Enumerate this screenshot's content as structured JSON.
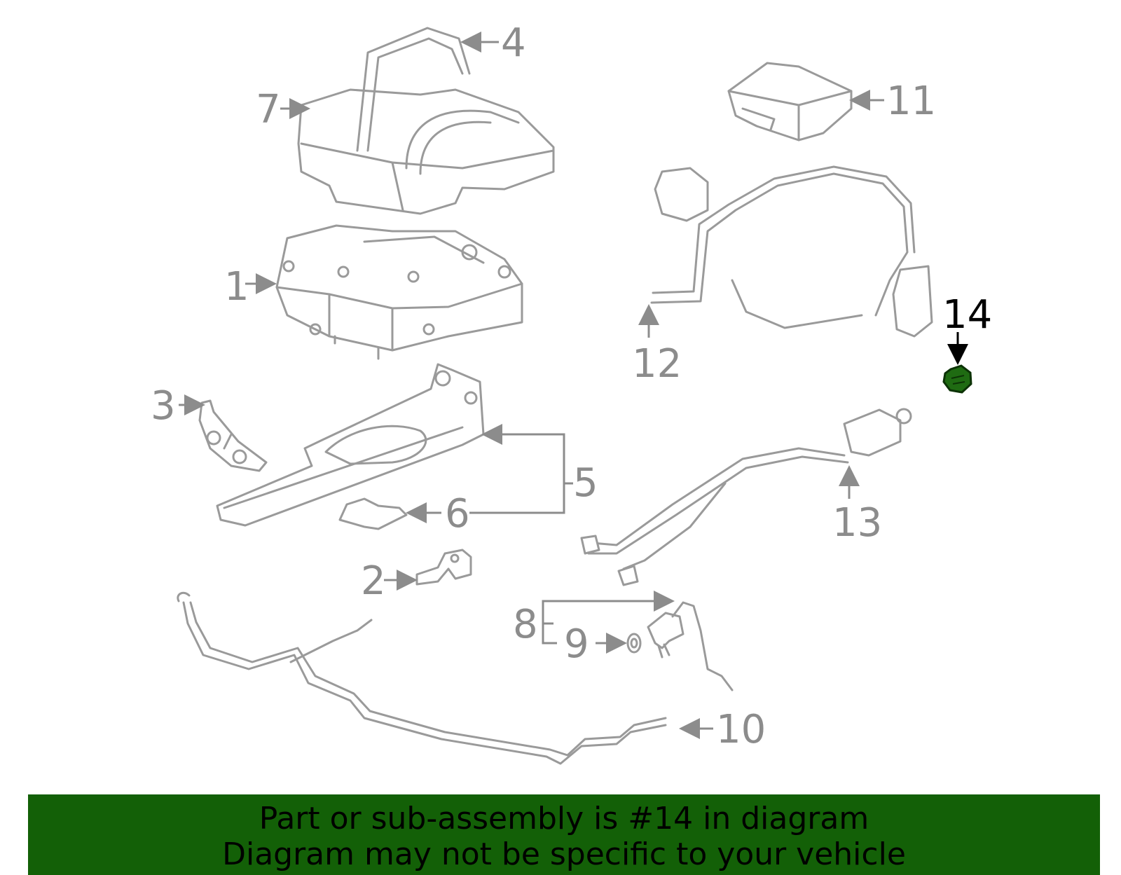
{
  "callouts": {
    "c1": "1",
    "c2": "2",
    "c3": "3",
    "c4": "4",
    "c5": "5",
    "c6": "6",
    "c7": "7",
    "c8": "8",
    "c9": "9",
    "c10": "10",
    "c11": "11",
    "c12": "12",
    "c13": "13",
    "c14": "14"
  },
  "highlight": {
    "part": "14",
    "color": "#1f6b12"
  },
  "banner": {
    "line1": "Part or sub-assembly is #14 in diagram",
    "line2": "Diagram may not be specific to your vehicle",
    "background": "#136007"
  }
}
